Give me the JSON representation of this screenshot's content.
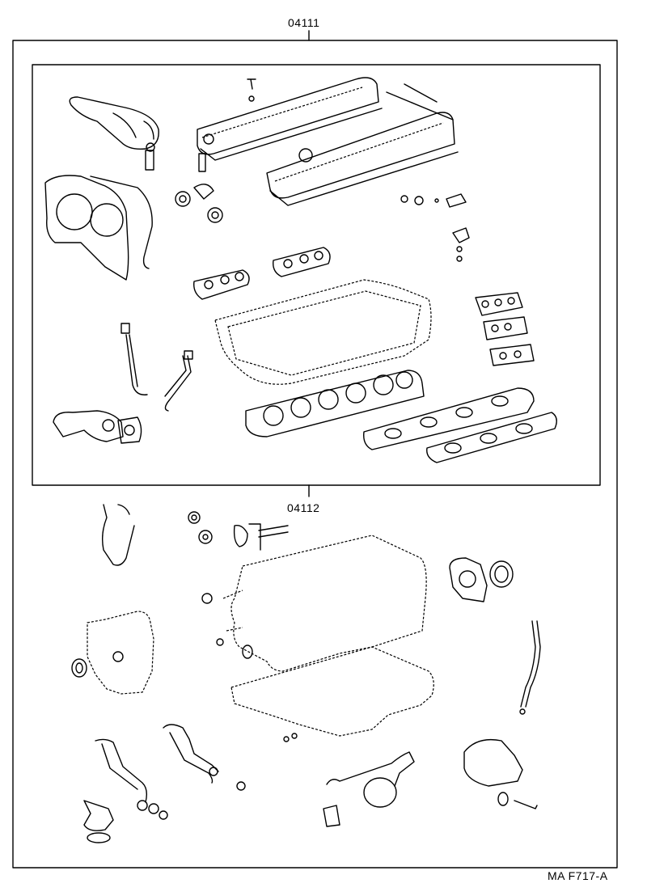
{
  "labels": {
    "kit_upper": "04111",
    "kit_lower": "04112",
    "figure_code": "MA F717-A"
  },
  "colors": {
    "line": "#000000",
    "background": "#ffffff"
  }
}
